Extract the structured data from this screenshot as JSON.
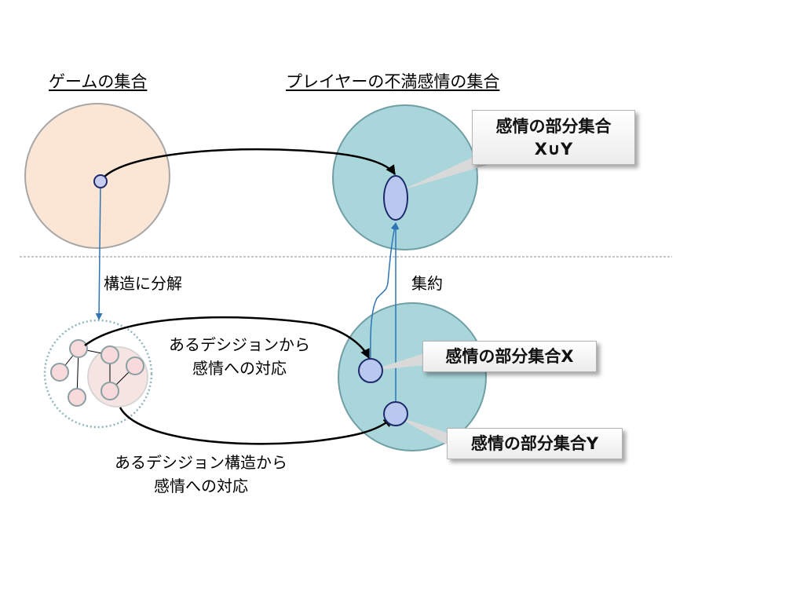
{
  "headings": {
    "game_set": "ゲームの集合",
    "emotion_set": "プレイヤーの不満感情の集合"
  },
  "labels": {
    "decompose": "構造に分解",
    "aggregate": "集約",
    "decision_map": [
      "あるデシジョンから",
      "感情への対応"
    ],
    "structure_map": [
      "あるデシジョン構造から",
      "感情への対応"
    ]
  },
  "callouts": {
    "union": [
      "感情の部分集合",
      "X∪Y"
    ],
    "subset_x": "感情の部分集合X",
    "subset_y": "感情の部分集合Y"
  },
  "colors": {
    "game_circle_fill": "#fbe6d6",
    "game_circle_stroke": "#a6a6a6",
    "emotion_circle_fill": "#a9d6da",
    "emotion_circle_stroke": "#6f9fa5",
    "node_fill": "#c8ccf0",
    "node_stroke": "#1f2a6b",
    "graph_node_fill": "#f8dada",
    "graph_node_stroke": "#8aa0a5",
    "blue_arrow": "#2e75b6",
    "black_arrow": "#000000"
  }
}
